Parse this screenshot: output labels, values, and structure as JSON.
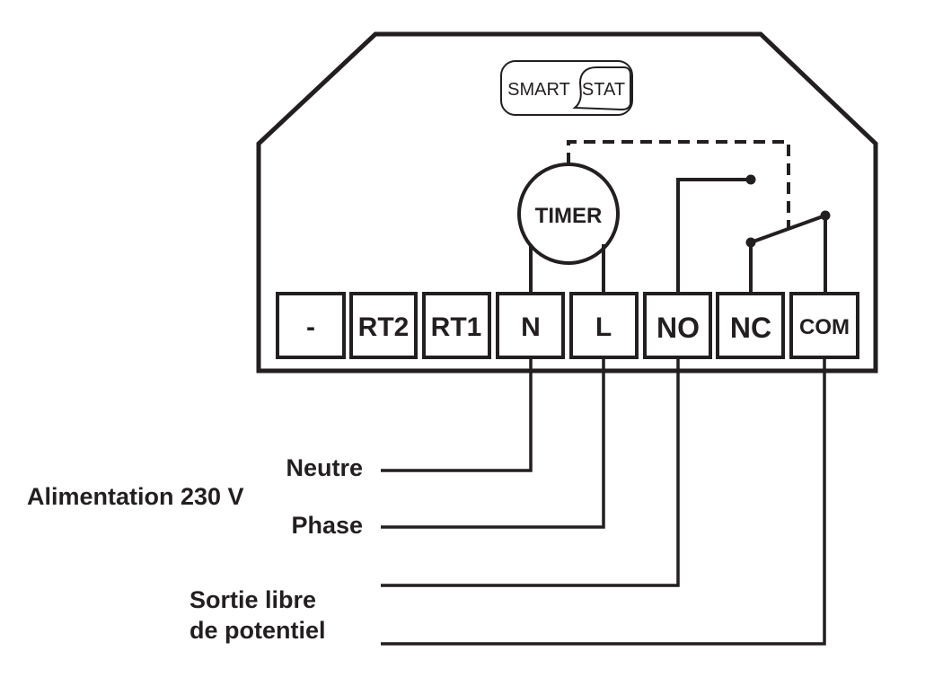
{
  "logo": {
    "left": "SMART",
    "right": "STAT"
  },
  "timer_label": "TIMER",
  "terminals": [
    "-",
    "RT2",
    "RT1",
    "N",
    "L",
    "NO",
    "NC",
    "COM"
  ],
  "labels": {
    "neutre": "Neutre",
    "alimentation": "Alimentation 230 V",
    "phase": "Phase",
    "sortie_line1": "Sortie libre",
    "sortie_line2": "de potentiel"
  },
  "colors": {
    "ink": "#231f20",
    "background": "#ffffff"
  }
}
